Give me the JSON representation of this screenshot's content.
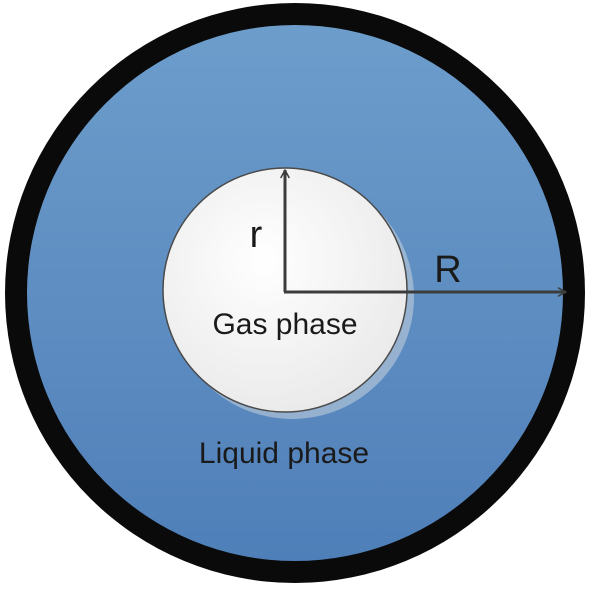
{
  "labels": {
    "inner_radius": "r",
    "outer_radius": "R",
    "inner_region": "Gas phase",
    "outer_region": "Liquid phase"
  },
  "colors": {
    "outer_wall": "#0a0a0a",
    "liquid_top": "#6d9dcb",
    "liquid_bottom": "#4f7fb8",
    "gas_fill": "#ffffff",
    "gas_shade": "#e8e8e8",
    "arrow": "#3c3c3c"
  }
}
